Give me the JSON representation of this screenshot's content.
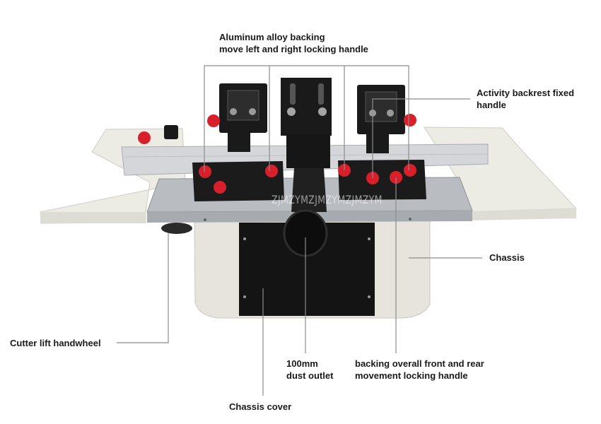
{
  "colors": {
    "leader_line": "#8c8c8c",
    "knob": "#d8202a",
    "chassis": "#e6e4dc",
    "steel": "#b9bcc0",
    "black": "#141414"
  },
  "labels": {
    "aluminum_backing": [
      "Aluminum alloy backing",
      "move left and right locking handle"
    ],
    "backrest_handle": [
      "Activity backrest fixed",
      "handle"
    ],
    "chassis": "Chassis",
    "cutter_lift": "Cutter lift handwheel",
    "dust_outlet": [
      "100mm",
      "dust outlet"
    ],
    "backing_front_rear": [
      "backing overall front and rear",
      "movement locking handle"
    ],
    "chassis_cover": "Chassis cover"
  },
  "watermark": "ZJMZYMZJMZYMZJMZYM"
}
